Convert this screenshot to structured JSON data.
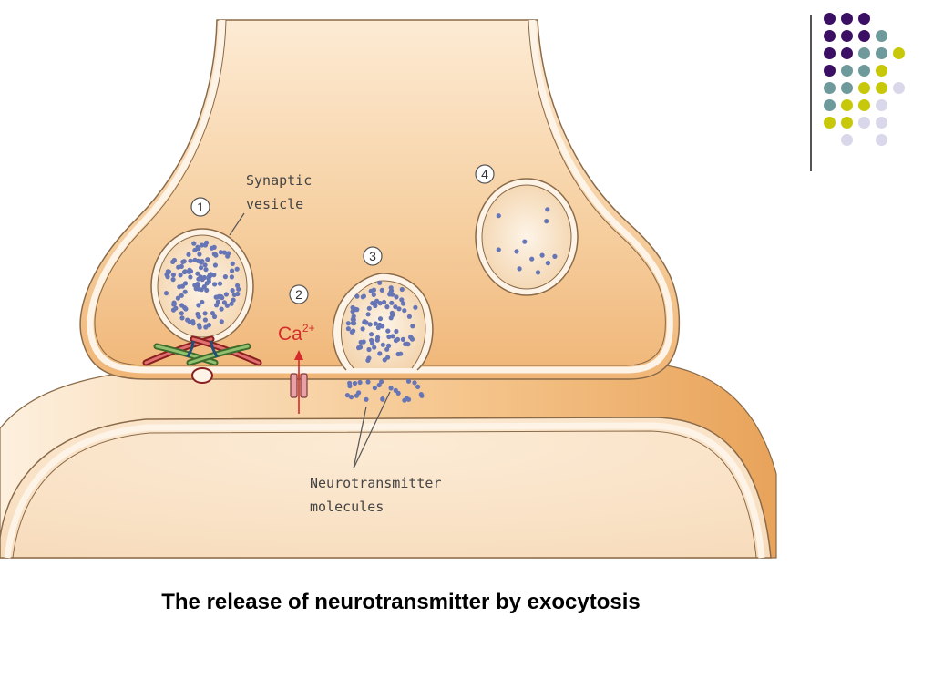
{
  "caption": "The release of neurotransmitter by exocytosis",
  "diagram": {
    "label_synaptic_line1": "Synaptic",
    "label_synaptic_line2": "vesicle",
    "label_nt_line1": "Neurotransmitter",
    "label_nt_line2": "molecules",
    "ion_base": "Ca",
    "ion_charge": "2+",
    "steps": [
      "1",
      "2",
      "3",
      "4"
    ]
  },
  "colors": {
    "terminal_fill": "#f4c48e",
    "terminal_light": "#fbe6cc",
    "membrane": "#fdf3e6",
    "outline": "#8a6a48",
    "dots": "#6675b5",
    "calcium": "#d62b2b",
    "palette": [
      "#3b0f63",
      "#6f9a9b",
      "#c8c80a",
      "#d8d8ea"
    ]
  }
}
